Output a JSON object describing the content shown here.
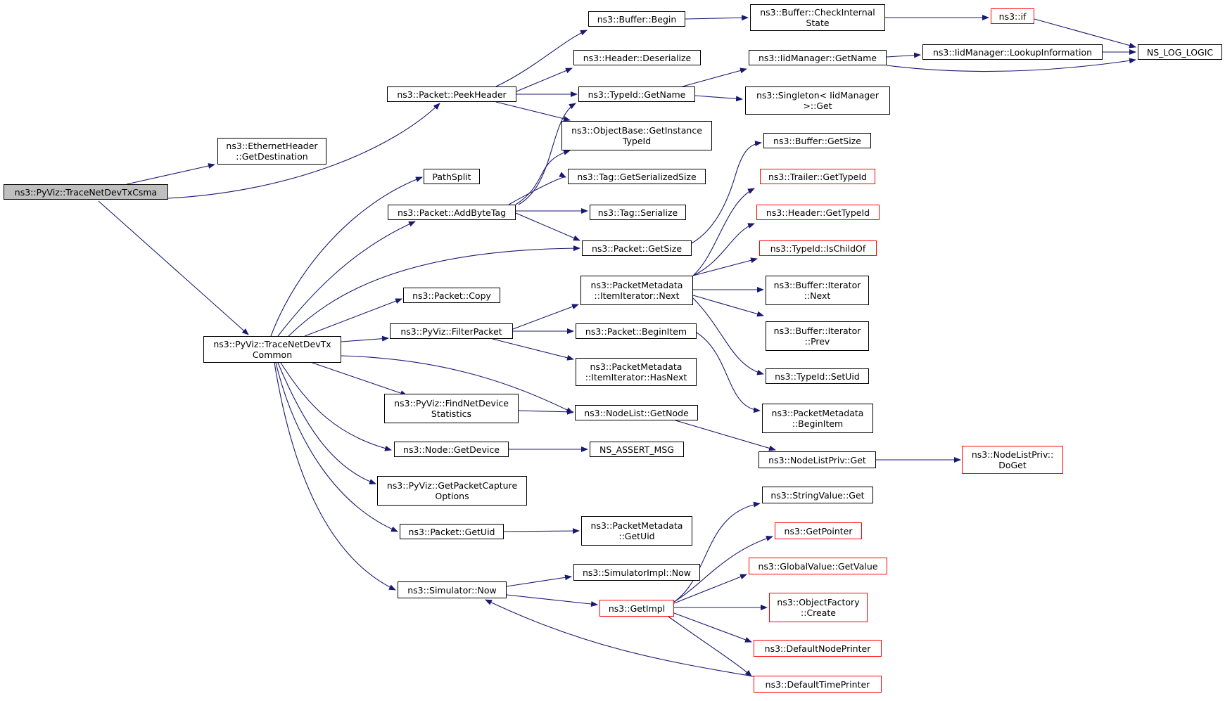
{
  "colors": {
    "edge": "#191970",
    "root_fill": "#bfbfbf",
    "truncated_border": "#ff0000",
    "node_border": "#000000"
  },
  "nodes": [
    {
      "id": "root",
      "label": "ns3::PyViz::TraceNetDevTxCsma",
      "root": true
    },
    {
      "id": "getDestination",
      "label": "ns3::EthernetHeader\n::GetDestination"
    },
    {
      "id": "peekHeader",
      "label": "ns3::Packet::PeekHeader"
    },
    {
      "id": "traceCommon",
      "label": "ns3::PyViz::TraceNetDevTx\nCommon"
    },
    {
      "id": "bufferBegin",
      "label": "ns3::Buffer::Begin"
    },
    {
      "id": "checkInternal",
      "label": "ns3::Buffer::CheckInternal\nState"
    },
    {
      "id": "nsif",
      "label": "ns3::if",
      "trunc": true
    },
    {
      "id": "nslog",
      "label": "NS_LOG_LOGIC"
    },
    {
      "id": "headerDeserialize",
      "label": "ns3::Header::Deserialize"
    },
    {
      "id": "iidGetName",
      "label": "ns3::IidManager::GetName"
    },
    {
      "id": "lookupInfo",
      "label": "ns3::IidManager::LookupInformation"
    },
    {
      "id": "typeIdGetName",
      "label": "ns3::TypeId::GetName"
    },
    {
      "id": "singletonGet",
      "label": "ns3::Singleton< IidManager\n>::Get"
    },
    {
      "id": "getInstanceTypeId",
      "label": "ns3::ObjectBase::GetInstance\nTypeId"
    },
    {
      "id": "bufferGetSize",
      "label": "ns3::Buffer::GetSize"
    },
    {
      "id": "pathSplit",
      "label": "PathSplit"
    },
    {
      "id": "tagSerSize",
      "label": "ns3::Tag::GetSerializedSize"
    },
    {
      "id": "trailerTypeId",
      "label": "ns3::Trailer::GetTypeId",
      "trunc": true
    },
    {
      "id": "addByteTag",
      "label": "ns3::Packet::AddByteTag"
    },
    {
      "id": "tagSerialize",
      "label": "ns3::Tag::Serialize"
    },
    {
      "id": "headerTypeId",
      "label": "ns3::Header::GetTypeId",
      "trunc": true
    },
    {
      "id": "packetGetSize",
      "label": "ns3::Packet::GetSize"
    },
    {
      "id": "isChildOf",
      "label": "ns3::TypeId::IsChildOf",
      "trunc": true
    },
    {
      "id": "packetCopy",
      "label": "ns3::Packet::Copy"
    },
    {
      "id": "itemNext",
      "label": "ns3::PacketMetadata\n::ItemIterator::Next"
    },
    {
      "id": "bufIterNext",
      "label": "ns3::Buffer::Iterator\n::Next"
    },
    {
      "id": "filterPacket",
      "label": "ns3::PyViz::FilterPacket"
    },
    {
      "id": "beginItem",
      "label": "ns3::Packet::BeginItem"
    },
    {
      "id": "bufIterPrev",
      "label": "ns3::Buffer::Iterator\n::Prev"
    },
    {
      "id": "hasNext",
      "label": "ns3::PacketMetadata\n::ItemIterator::HasNext"
    },
    {
      "id": "setUid",
      "label": "ns3::TypeId::SetUid"
    },
    {
      "id": "findNetDev",
      "label": "ns3::PyViz::FindNetDevice\nStatistics"
    },
    {
      "id": "getNode",
      "label": "ns3::NodeList::GetNode"
    },
    {
      "id": "pmBeginItem",
      "label": "ns3::PacketMetadata\n::BeginItem"
    },
    {
      "id": "nodeGetDevice",
      "label": "ns3::Node::GetDevice"
    },
    {
      "id": "nsAssertMsg",
      "label": "NS_ASSERT_MSG"
    },
    {
      "id": "nodeListPrivGet",
      "label": "ns3::NodeListPriv::Get"
    },
    {
      "id": "doGet",
      "label": "ns3::NodeListPriv::\nDoGet",
      "trunc": true
    },
    {
      "id": "getCaptureOptions",
      "label": "ns3::PyViz::GetPacketCapture\nOptions"
    },
    {
      "id": "stringValueGet",
      "label": "ns3::StringValue::Get"
    },
    {
      "id": "packetGetUid",
      "label": "ns3::Packet::GetUid"
    },
    {
      "id": "pmGetUid",
      "label": "ns3::PacketMetadata\n::GetUid"
    },
    {
      "id": "getPointer",
      "label": "ns3::GetPointer",
      "trunc": true
    },
    {
      "id": "globalGetValue",
      "label": "ns3::GlobalValue::GetValue",
      "trunc": true
    },
    {
      "id": "simImplNow",
      "label": "ns3::SimulatorImpl::Now"
    },
    {
      "id": "simulatorNow",
      "label": "ns3::Simulator::Now"
    },
    {
      "id": "getImpl",
      "label": "ns3::GetImpl",
      "trunc": true
    },
    {
      "id": "objFactoryCreate",
      "label": "ns3::ObjectFactory\n::Create",
      "trunc": true
    },
    {
      "id": "defaultNodePrinter",
      "label": "ns3::DefaultNodePrinter",
      "trunc": true
    },
    {
      "id": "defaultTimePrinter",
      "label": "ns3::DefaultTimePrinter",
      "trunc": true
    }
  ]
}
